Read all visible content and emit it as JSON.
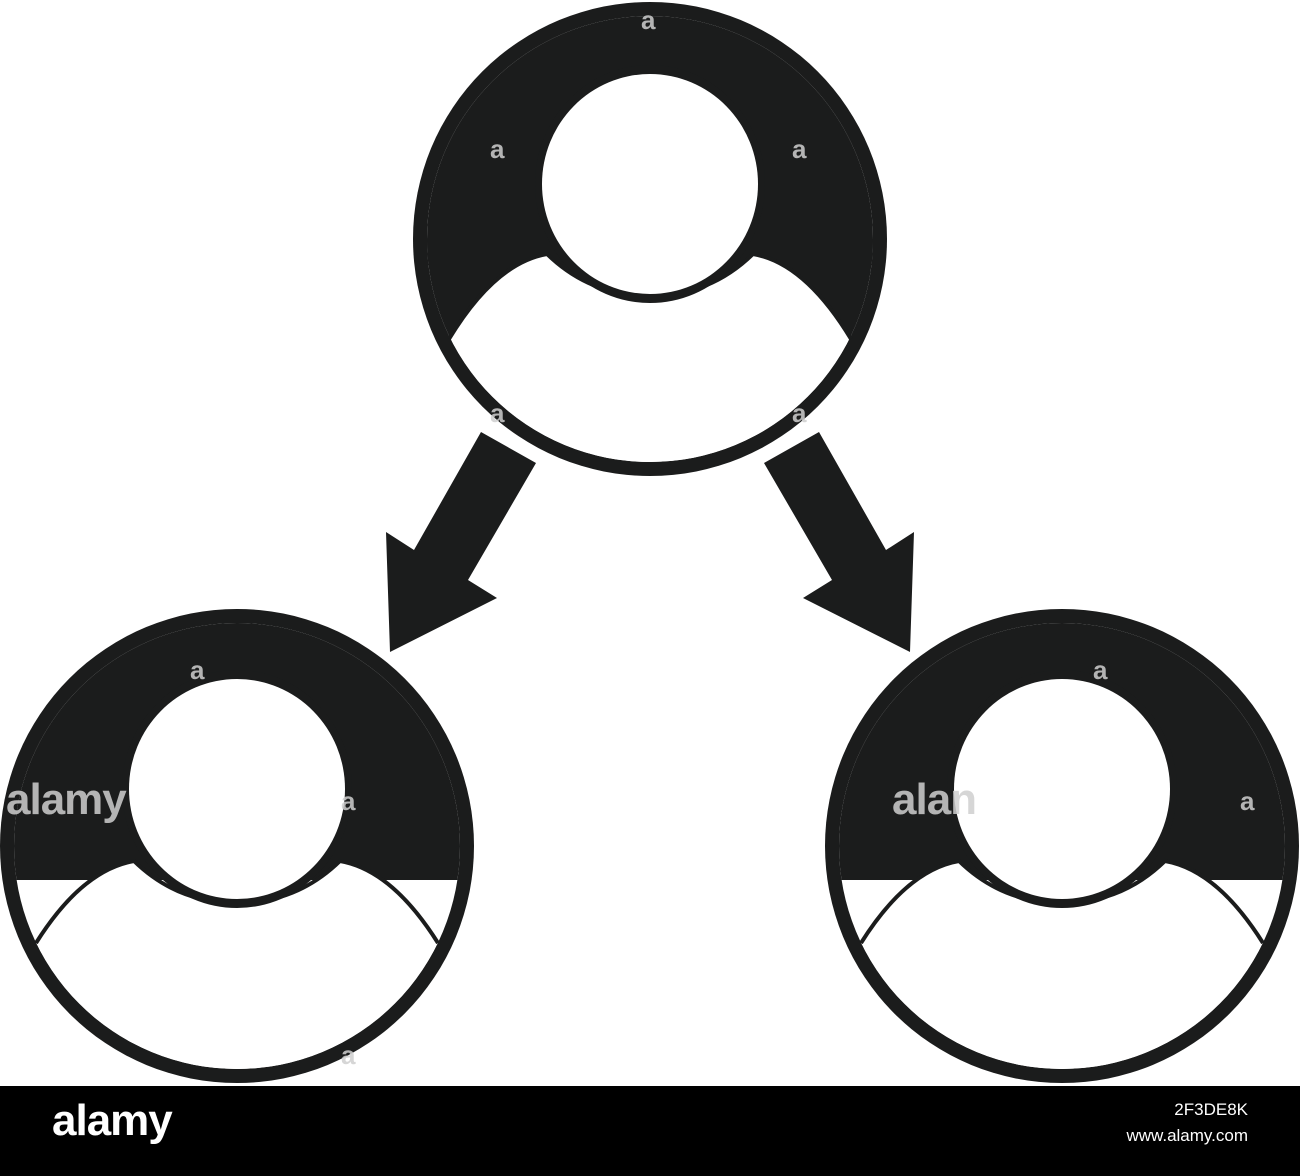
{
  "diagram": {
    "nodes": [
      {
        "id": "top-user",
        "icon": "user-avatar-icon"
      },
      {
        "id": "left-user",
        "icon": "user-avatar-icon"
      },
      {
        "id": "right-user",
        "icon": "user-avatar-icon"
      }
    ],
    "edges": [
      {
        "from": "top-user",
        "to": "left-user"
      },
      {
        "from": "top-user",
        "to": "right-user"
      }
    ],
    "fill_color": "#1b1c1c",
    "background_color": "#ffffff"
  },
  "watermark": {
    "letter": "a",
    "word": "alamy",
    "partial_word": "alan"
  },
  "footer": {
    "logo": "alamy",
    "image_id": "2F3DE8K",
    "url": "www.alamy.com",
    "background_color": "#000000"
  }
}
